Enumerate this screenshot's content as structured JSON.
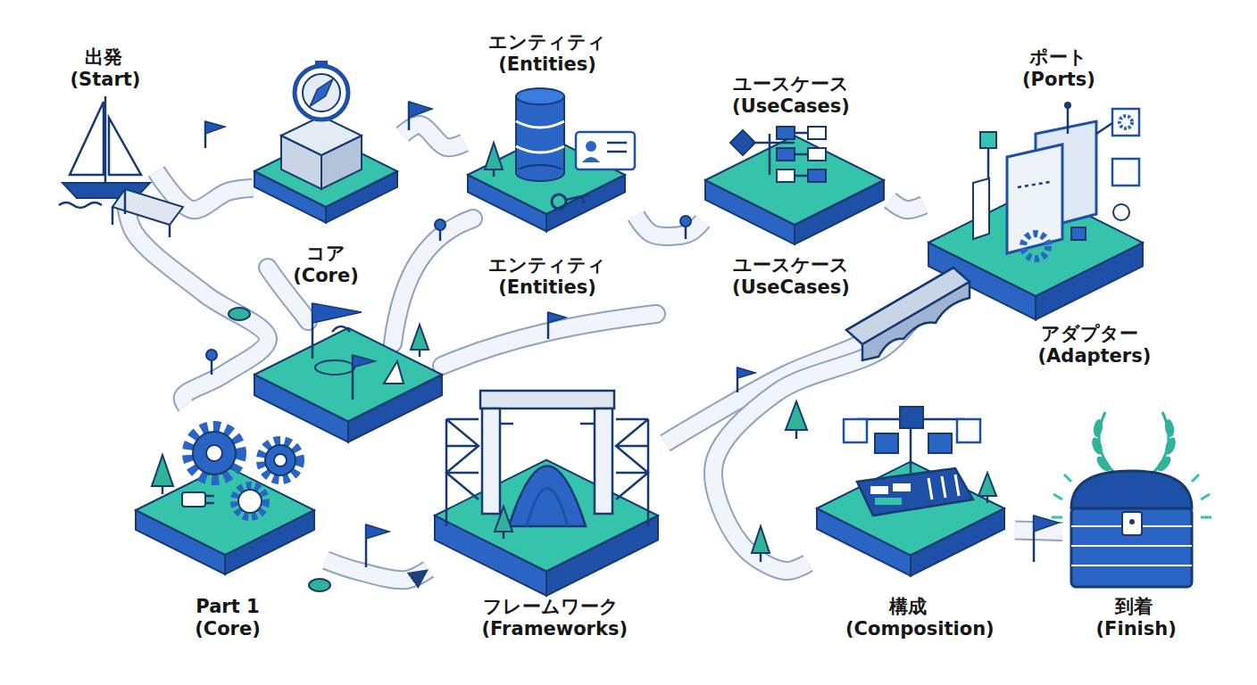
{
  "diagram": {
    "nodes": [
      {
        "text": [
          "出発 (Start)"
        ]
      },
      {
        "text": [
          "コア (Core)"
        ]
      },
      {
        "text": [
          "エンティティ (Entities)"
        ]
      },
      {
        "text": [
          "ユースケース (UseCases)"
        ]
      },
      {
        "text": [
          "ポート (Ports)"
        ]
      },
      {
        "text": [
          "Part 1 (Core)"
        ]
      },
      {
        "text": [
          "フレームワーク (Frameworks)"
        ]
      },
      {
        "text": [
          "構成 (Composition)"
        ]
      },
      {
        "text": [
          "到着 (Finish)"
        ]
      }
    ],
    "edges": [
      {
        "from": 0,
        "to": 1,
        "arrow": "none"
      },
      {
        "from": 1,
        "to": 2,
        "arrow": "none"
      },
      {
        "from": 2,
        "to": 3,
        "arrow": "none"
      },
      {
        "from": 3,
        "to": 4,
        "arrow": "none"
      },
      {
        "from": 0,
        "to": 5,
        "arrow": "none"
      },
      {
        "from": 5,
        "to": 6,
        "arrow": "to"
      },
      {
        "from": 6,
        "to": 4,
        "arrow": "none"
      },
      {
        "from": 4,
        "to": 7,
        "arrow": "none"
      },
      {
        "from": 7,
        "to": 8,
        "arrow": "none"
      }
    ],
    "labels": [
      "エンティティ (Entities)",
      "ユースケース (UseCases)",
      "アダプター (Adapters)"
    ]
  }
}
